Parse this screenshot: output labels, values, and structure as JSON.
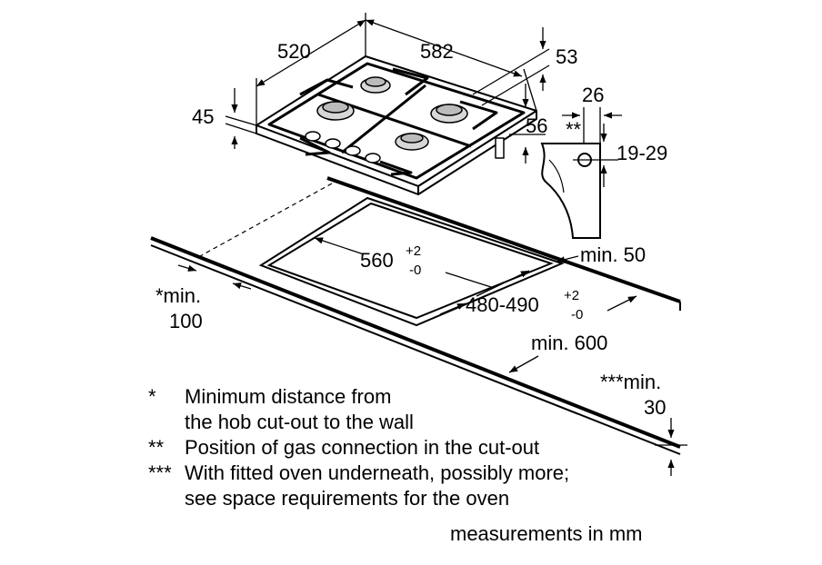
{
  "hob": {
    "width": "520",
    "depth": "582",
    "offset_back": "53",
    "thickness": "45",
    "offset_side": "56"
  },
  "gas_connection": {
    "distance": "26",
    "marker": "**",
    "height": "19-29"
  },
  "cutout": {
    "width_value": "560",
    "width_tol_plus": "+2",
    "width_tol_minus": "-0",
    "depth_value": "480-490",
    "depth_tol_plus": "+2",
    "depth_tol_minus": "-0"
  },
  "worktop": {
    "min_front": "min. 50",
    "min_wall_line1": "*min.",
    "min_wall_line2": "100",
    "min_depth": "min. 600",
    "min_oven_line1": "***min.",
    "min_oven_line2": "30"
  },
  "notes": [
    {
      "mark": "*",
      "lines": [
        "Minimum distance from",
        "the hob cut-out to the wall"
      ]
    },
    {
      "mark": "**",
      "lines": [
        "Position of gas connection in the cut-out"
      ]
    },
    {
      "mark": "***",
      "lines": [
        "With fitted oven underneath, possibly more;",
        "see space requirements for the oven"
      ]
    }
  ],
  "units_caption": "measurements in mm"
}
